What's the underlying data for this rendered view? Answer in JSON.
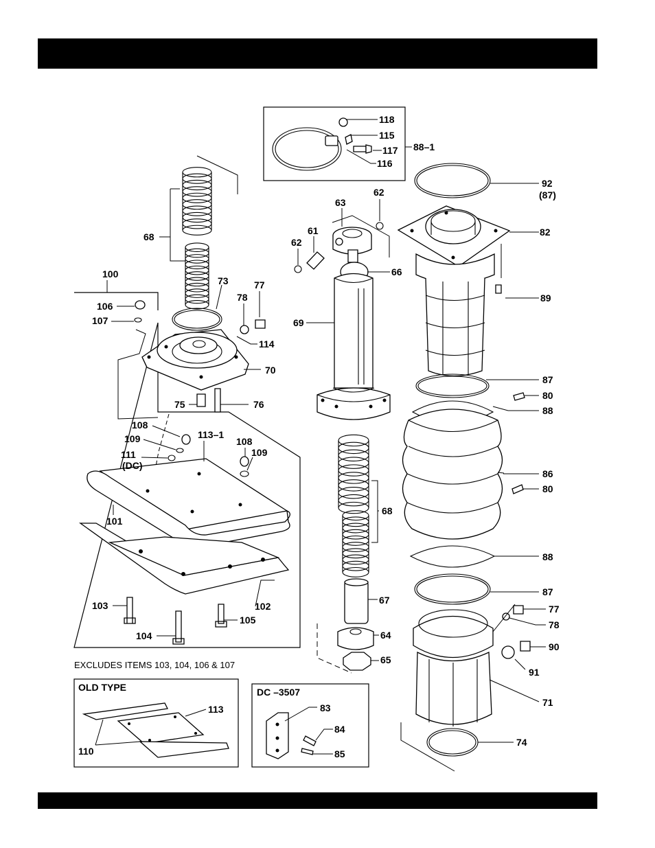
{
  "header_bar": "",
  "footer_bar": "",
  "callouts": {
    "c118": "118",
    "c115": "115",
    "c117": "117",
    "c116": "116",
    "c88_1": "88–1",
    "c92": "92",
    "c87p": "(87)",
    "c62a": "62",
    "c63": "63",
    "c61": "61",
    "c62b": "62",
    "c66": "66",
    "c82": "82",
    "c89": "89",
    "c68a": "68",
    "c100": "100",
    "c73": "73",
    "c77a": "77",
    "c78a": "78",
    "c106": "106",
    "c107": "107",
    "c114": "114",
    "c70": "70",
    "c69": "69",
    "c75": "75",
    "c76": "76",
    "c87a": "87",
    "c80a": "80",
    "c88a": "88",
    "c108a": "108",
    "c113_1": "113–1",
    "c108b": "108",
    "c109a": "109",
    "c109b": "109",
    "c111": "111",
    "c111dc": "(DC)",
    "c86": "86",
    "c80b": "80",
    "c101": "101",
    "c68b": "68",
    "c88b": "88",
    "c87b": "87",
    "c67": "67",
    "c103": "103",
    "c102": "102",
    "c77b": "77",
    "c78b": "78",
    "c105": "105",
    "c104": "104",
    "c64": "64",
    "c90": "90",
    "c65": "65",
    "c91": "91",
    "c71": "71",
    "c113": "113",
    "c83": "83",
    "c84": "84",
    "c110": "110",
    "c85": "85",
    "c74": "74"
  },
  "notes": {
    "excludes": "EXCLUDES ITEMS 103, 104, 106 & 107",
    "old_type": "OLD TYPE",
    "dc_3507": "DC –3507"
  }
}
